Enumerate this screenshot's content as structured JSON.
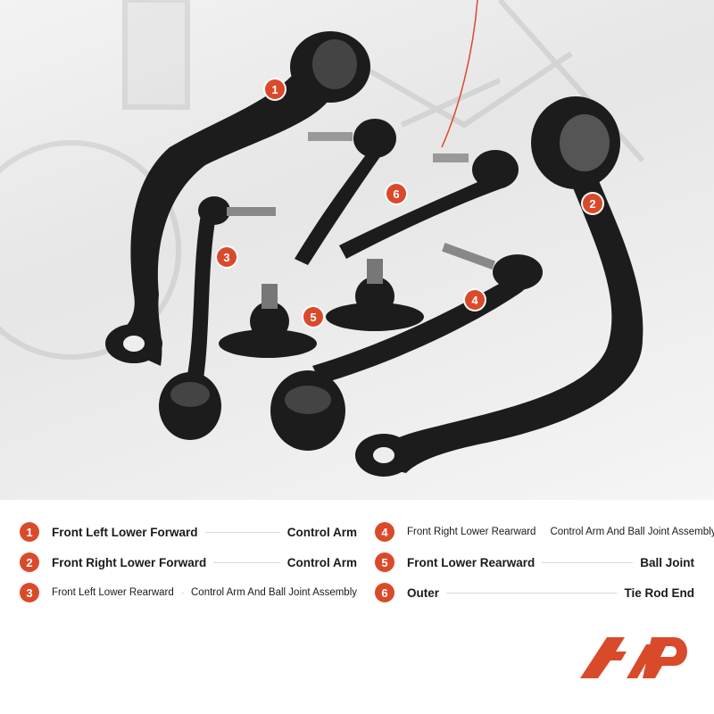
{
  "parts": [
    {
      "num": "1",
      "left": "Front Left Lower Forward",
      "right": "Control Arm"
    },
    {
      "num": "2",
      "left": "Front Right Lower Forward",
      "right": "Control Arm"
    },
    {
      "num": "3",
      "left": "Front Left Lower Rearward",
      "right": "Control Arm And Ball Joint Assembly"
    },
    {
      "num": "4",
      "left": "Front Right Lower Rearward",
      "right": "Control Arm And Ball Joint Assembly"
    },
    {
      "num": "5",
      "left": "Front Lower Rearward",
      "right": "Ball Joint"
    },
    {
      "num": "6",
      "left": "Outer",
      "right": "Tie Rod End"
    }
  ],
  "callouts": [
    "1",
    "2",
    "3",
    "4",
    "5",
    "6"
  ],
  "colors": {
    "accent": "#d94a2b",
    "part": "#1c1c1c",
    "text": "#1a1a1a"
  },
  "logo_icon": "a-premium-logo-icon"
}
